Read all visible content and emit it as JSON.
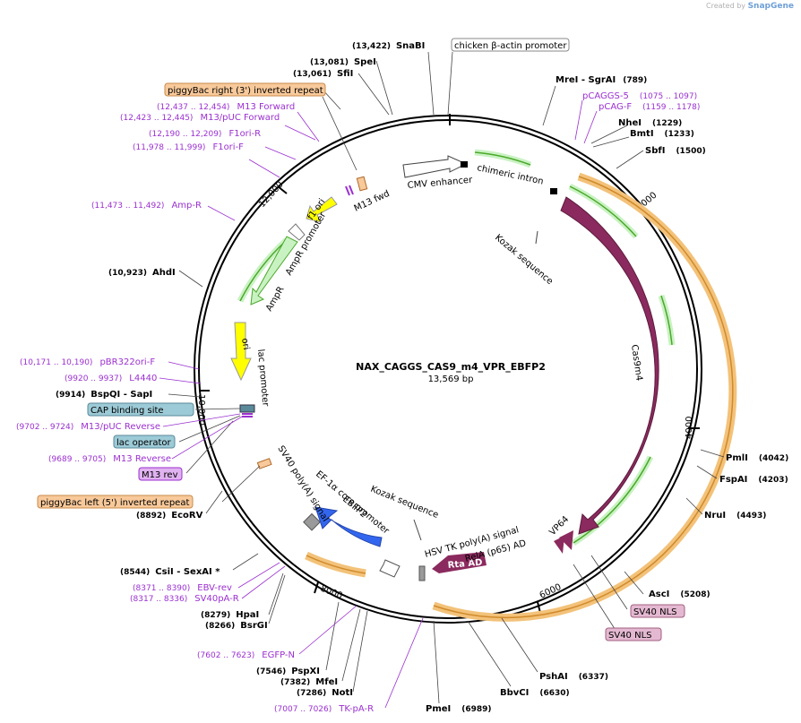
{
  "credit": {
    "prefix": "Created by",
    "brand": "SnapGene"
  },
  "map": {
    "name": "NAX_CAGGS_CAS9_m4_VPR_EBFP2",
    "length_label": "13,569 bp",
    "ticks": [
      "2000",
      "4000",
      "6000",
      "8000",
      "10,000",
      "12,000"
    ]
  },
  "sites_right": [
    {
      "name": "MreI",
      "extra": " - SgrAI",
      "pos": "(789)"
    },
    {
      "name": "NheI",
      "extra": "",
      "pos": "(1229)"
    },
    {
      "name": "BmtI",
      "extra": "",
      "pos": "(1233)"
    },
    {
      "name": "SbfI",
      "extra": "",
      "pos": "(1500)"
    },
    {
      "name": "PmlI",
      "extra": "",
      "pos": "(4042)"
    },
    {
      "name": "FspAI",
      "extra": "",
      "pos": "(4203)"
    },
    {
      "name": "NruI",
      "extra": "",
      "pos": "(4493)"
    },
    {
      "name": "AscI",
      "extra": "",
      "pos": "(5208)"
    },
    {
      "name": "PshAI",
      "extra": "",
      "pos": "(6337)"
    },
    {
      "name": "BbvCI",
      "extra": "",
      "pos": "(6630)"
    },
    {
      "name": "PmeI",
      "extra": "",
      "pos": "(6989)"
    }
  ],
  "sites_left": [
    {
      "pos": "(13,422)",
      "name": "SnaBI"
    },
    {
      "pos": "(13,081)",
      "name": "SpeI"
    },
    {
      "pos": "(13,061)",
      "name": "SfiI"
    },
    {
      "pos": "(10,923)",
      "name": "AhdI"
    },
    {
      "pos": "(9914)",
      "name": "BspQI",
      "extra": " - SapI"
    },
    {
      "pos": "(8892)",
      "name": "EcoRV"
    },
    {
      "pos": "(8544)",
      "name": "CsiI",
      "extra": " - SexAI *"
    },
    {
      "pos": "(8279)",
      "name": "HpaI"
    },
    {
      "pos": "(8266)",
      "name": "BsrGI"
    },
    {
      "pos": "(7546)",
      "name": "PspXI"
    },
    {
      "pos": "(7382)",
      "name": "MfeI"
    },
    {
      "pos": "(7286)",
      "name": "NotI"
    }
  ],
  "primers": [
    {
      "range": "(1075 .. 1097)",
      "name": "pCAGGS-5"
    },
    {
      "range": "(1159 .. 1178)",
      "name": "pCAG-F"
    },
    {
      "range": "(12,437 .. 12,454)",
      "name": "M13 Forward"
    },
    {
      "range": "(12,423 .. 12,445)",
      "name": "M13/pUC Forward"
    },
    {
      "range": "(12,190 .. 12,209)",
      "name": "F1ori-R"
    },
    {
      "range": "(11,978 .. 11,999)",
      "name": "F1ori-F"
    },
    {
      "range": "(11,473 .. 11,492)",
      "name": "Amp-R"
    },
    {
      "range": "(10,171 .. 10,190)",
      "name": "pBR322ori-F"
    },
    {
      "range": "(9920 .. 9937)",
      "name": "L4440"
    },
    {
      "range": "(9702 .. 9724)",
      "name": "M13/pUC Reverse"
    },
    {
      "range": "(9689 .. 9705)",
      "name": "M13 Reverse"
    },
    {
      "range": "(8371 .. 8390)",
      "name": "EBV-rev"
    },
    {
      "range": "(8317 .. 8336)",
      "name": "SV40pA-R"
    },
    {
      "range": "(7602 .. 7623)",
      "name": "EGFP-N"
    },
    {
      "range": "(7007 .. 7026)",
      "name": "TK-pA-R"
    }
  ],
  "boxed_labels": {
    "chicken_actin": "chicken β-actin promoter",
    "piggybac_right": "piggyBac right (3') inverted repeat",
    "cap_site": "CAP binding site",
    "lac_operator": "lac operator",
    "m13_rev": "M13 rev",
    "piggybac_left": "piggyBac left (5') inverted repeat",
    "sv40_nls_1": "SV40 NLS",
    "sv40_nls_2": "SV40 NLS"
  },
  "features": {
    "cmv": "CMV enhancer",
    "chimeric": "chimeric intron",
    "kozak1": "Kozak sequence",
    "cas9": "Cas9m4",
    "m13fwd": "M13 fwd",
    "f1ori": "f1 ori",
    "ampr_promoter": "AmpR promoter",
    "ampr": "AmpR",
    "ori": "ori",
    "lac_promoter": "lac promoter",
    "sv40pa": "SV40 poly(A) signal",
    "ef1a": "EF-1α core promoter",
    "ebfp2": "EBFP2",
    "kozak2": "Kozak sequence",
    "hsv": "HSV TK poly(A) signal",
    "rela": "RelA (p65) AD",
    "rta": "Rta AD",
    "vp64": "VP64"
  },
  "colors": {
    "backbone": "#000000",
    "cas9": "#8b2a5e",
    "orf_gold": "#f3c27a",
    "green": "#4aa82a",
    "ampr_fill": "#c9f2c2",
    "ori_yellow": "#ffff00",
    "ebfp2_blue": "#3366ee",
    "purple_text": "#9b30d0",
    "orange_box": "#f8c99a",
    "blue_box": "#9ccad6",
    "pink_box": "#e4b8d1"
  }
}
